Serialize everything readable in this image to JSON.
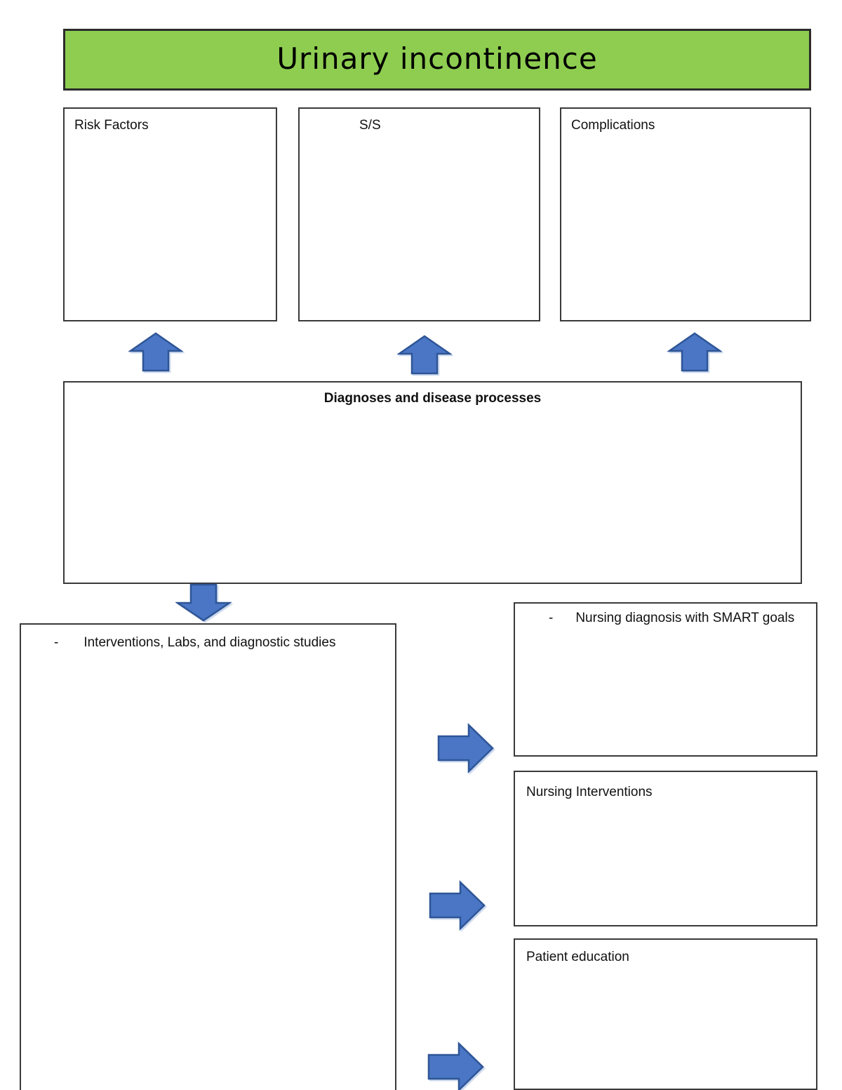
{
  "page": {
    "title": "Urinary incontinence"
  },
  "colors": {
    "background": "#ffffff",
    "header_green": "#8ecd50",
    "header_border": "#2b2b2b",
    "box_border": "#3a3a3a",
    "arrow_blue": "#4a76c5",
    "arrow_border": "#2e5596",
    "text": "#1a1a1a"
  },
  "boxes": {
    "risk_factors": {
      "label": "Risk Factors"
    },
    "signs_symptoms": {
      "label": "S/S"
    },
    "complications": {
      "label": "Complications"
    },
    "diagnoses": {
      "label": "Diagnoses and disease processes"
    },
    "interventions": {
      "bullet": "-",
      "label": "Interventions, Labs, and diagnostic studies"
    },
    "nursing_diagnosis": {
      "bullet": "-",
      "label": "Nursing diagnosis with SMART goals"
    },
    "nursing_interventions": {
      "label": "Nursing Interventions"
    },
    "patient_education": {
      "label": "Patient education"
    }
  },
  "icons": {
    "up_arrows": [
      "block-arrow-up",
      "block-arrow-up",
      "block-arrow-up"
    ],
    "down_arrow": "block-arrow-down",
    "right_arrows": [
      "block-arrow-right",
      "block-arrow-right",
      "block-arrow-right"
    ]
  }
}
